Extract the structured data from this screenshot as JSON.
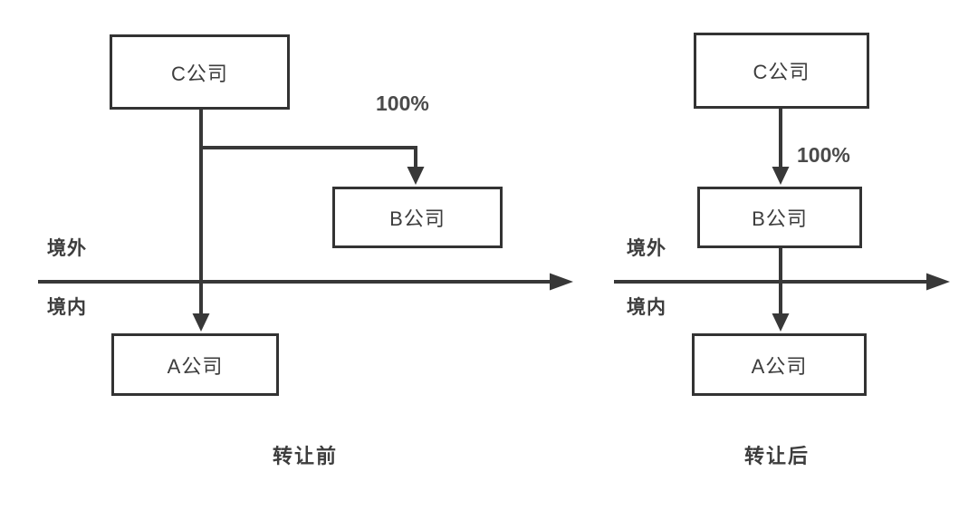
{
  "diagram": {
    "panels": [
      {
        "caption": "转让前",
        "region_above": "境外",
        "region_below": "境内",
        "nodes": {
          "c": "C公司",
          "b": "B公司",
          "a": "A公司"
        },
        "edges": [
          {
            "from": "C公司",
            "to": "A公司",
            "label": ""
          },
          {
            "from": "C公司",
            "to": "B公司",
            "label": "100%"
          }
        ]
      },
      {
        "caption": "转让后",
        "region_above": "境外",
        "region_below": "境内",
        "nodes": {
          "c": "C公司",
          "b": "B公司",
          "a": "A公司"
        },
        "edges": [
          {
            "from": "C公司",
            "to": "B公司",
            "label": "100%"
          },
          {
            "from": "B公司",
            "to": "A公司",
            "label": ""
          }
        ]
      }
    ],
    "colors": {
      "background": "#ffffff",
      "line": "#383838",
      "border": "#333333",
      "fill": "#ffffff",
      "text": "#3d3d3d",
      "label": "#4a4a4a"
    }
  }
}
